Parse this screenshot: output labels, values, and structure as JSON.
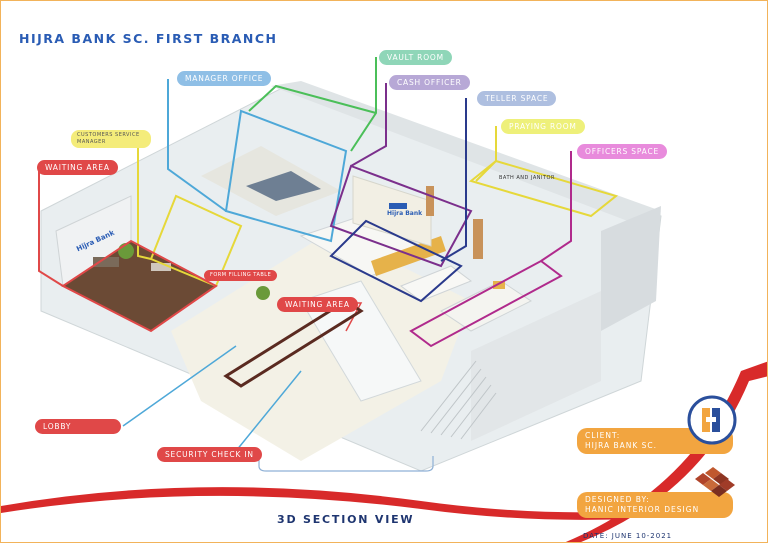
{
  "title": "HIJRA BANK SC. FIRST BRANCH",
  "labels": {
    "vault_room": "VAULT ROOM",
    "cash_officer": "CASH OFFICER",
    "manager_office": "MANAGER OFFICE",
    "teller_space": "TELLER SPACE",
    "customers_service_manager": "CUSTOMERS SERVICE MANAGER",
    "praying_room": "PRAYING ROOM",
    "officers_space": "OFFICERS SPACE",
    "waiting_area_left": "WAITING AREA",
    "bath_and_janitor": "BATH AND JANITOR",
    "form_filling_table": "FORM FILLING TABLE",
    "waiting_area_center": "WAITING AREA",
    "lobby": "LOBBY",
    "security_check_in": "SECURITY CHECK IN"
  },
  "sign_text": "Hijra Bank",
  "client": {
    "label": "CLIENT:",
    "value": "HIJRA BANK SC."
  },
  "designer": {
    "label": "DESIGNED BY:",
    "value": "HANIC INTERIOR DESIGN"
  },
  "date": "DATE: JUNE 10-2021",
  "view_title": "3D SECTION VIEW",
  "colors": {
    "title": "#2a5cb4",
    "vault_room": "#8fd6b8",
    "cash_officer": "#b7a8d6",
    "manager_office": "#8fbfe6",
    "teller_space": "#aebfe0",
    "customers_service_manager": "#f4ec7a",
    "praying_room": "#eef07a",
    "officers_space": "#e88bdc",
    "waiting_area": "#e04848",
    "lobby": "#e04848",
    "security_check_in": "#e04848",
    "info_box": "#f2a540",
    "swoosh": "#d82a2a"
  }
}
